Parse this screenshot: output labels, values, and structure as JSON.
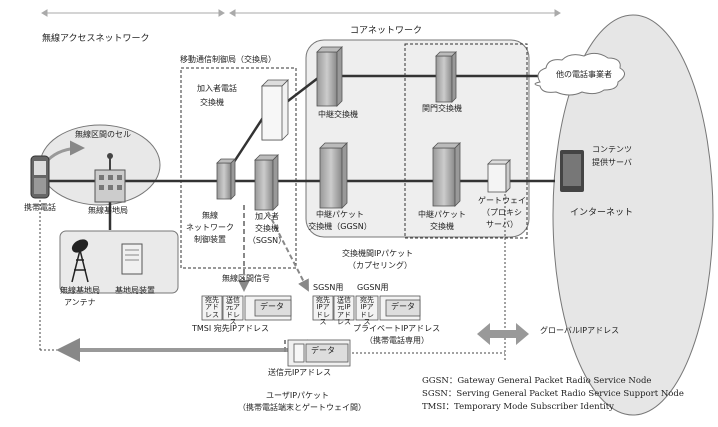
{
  "colors": {
    "line": "#333333",
    "fill_light": "#e8e8e8",
    "fill_mid": "#bdbdbd",
    "arrow_grey": "#8a8a8a"
  },
  "icons": [
    "cellphone-icon",
    "base-station-icon",
    "antenna-tower-icon",
    "base-station-equipment-icon",
    "content-server-icon",
    "cloud-icon"
  ],
  "header": {
    "wireless_access_network": "無線アクセスネットワーク",
    "core_network": "コアネットワーク"
  },
  "labels": {
    "mobile_switching_office": "移動通信制御局（交換局）",
    "subscriber_phone_switch_1": "加入者電話",
    "subscriber_phone_switch_2": "交換機",
    "radio_cell": "無線区間のセル",
    "mobile_phone": "携帯電話",
    "base_station": "無線基地局",
    "bs_antenna_1": "無線基地局",
    "bs_antenna_2": "アンテナ",
    "bs_equipment": "基地局装置",
    "rnc_1": "無線",
    "rnc_2": "ネットワーク",
    "rnc_3": "制御装置",
    "sgsn_1": "加入者",
    "sgsn_2": "交換機",
    "sgsn_3": "（SGSN）",
    "relay_switch": "中継交換機",
    "gateway_switch": "関門交換機",
    "ggsn_1": "中継パケット",
    "ggsn_2": "交換機（GGSN）",
    "relay_packet_1": "中継パケット",
    "relay_packet_2": "交換機",
    "gateway_1": "ゲートウェイ",
    "gateway_2": "（プロキシ",
    "gateway_3": "サーバ）",
    "other_carrier": "他の電話事業者",
    "content_1": "コンテンツ",
    "content_2": "提供サーバ",
    "internet": "インターネット",
    "inter_switch_1": "交換機間IPパケット",
    "inter_switch_2": "（カプセリング）",
    "radio_signal": "無線区間信号",
    "sgsn_for": "SGSN用",
    "ggsn_for": "GGSN用",
    "tmsi_dest": "TMSI 宛先IPアドレス",
    "private_ip": "プライベートIPアドレス",
    "private_ip_note": "（携帯電話専用）",
    "global_ip": "グローバルIPアドレス",
    "src_ip": "送信元IPアドレス",
    "user_packet_1": "ユーザIPパケット",
    "user_packet_2": "（携帯電話端末とゲートウェイ間）"
  },
  "packets": {
    "dest_addr": "宛先アドレス",
    "src_addr": "送信元アドレス",
    "data": "データ",
    "dest_ip_addr": "宛先IPアドレス",
    "src_ip_addr": "送信元IPアドレス"
  },
  "legend": [
    "GGSN：Gateway General Packet Radio Service Node",
    "SGSN：Serving General Packet Radio Service Support Node",
    "TMSI：Temporary Mode Subscriber Identity"
  ]
}
